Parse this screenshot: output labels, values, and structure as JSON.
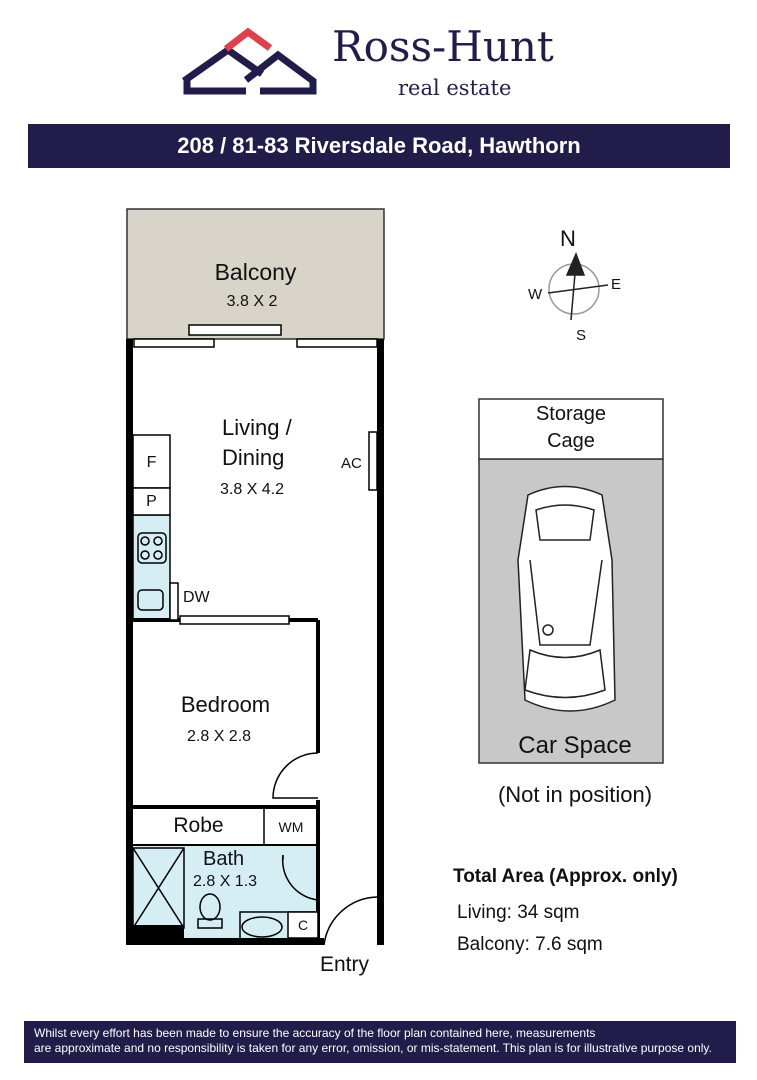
{
  "brand": {
    "name": "Ross-Hunt",
    "tagline": "real estate",
    "colors": {
      "navy": "#221c4a",
      "accent": "#e0404e"
    }
  },
  "title": "208 / 81-83 Riversdale Road, Hawthorn",
  "rooms": {
    "balcony": {
      "name": "Balcony",
      "size": "3.8 X 2"
    },
    "living": {
      "name_line1": "Living /",
      "name_line2": "Dining",
      "size": "3.8 X 4.2"
    },
    "bedroom": {
      "name": "Bedroom",
      "size": "2.8 X 2.8"
    },
    "bath": {
      "name": "Bath",
      "size": "2.8 X 1.3"
    },
    "robe": "Robe",
    "wm": "WM",
    "c": "C",
    "f": "F",
    "p": "P",
    "dw": "DW",
    "ac": "AC",
    "entry": "Entry"
  },
  "compass": {
    "n": "N",
    "e": "E",
    "s": "S",
    "w": "W"
  },
  "parking": {
    "storage_line1": "Storage",
    "storage_line2": "Cage",
    "car_space": "Car Space",
    "note": "(Not in position)"
  },
  "area": {
    "heading": "Total Area (Approx. only)",
    "living": "Living: 34 sqm",
    "balcony": "Balcony: 7.6 sqm"
  },
  "disclaimer": {
    "line1": "Whilst every effort has been made to ensure the accuracy of the floor plan contained here, measurements",
    "line2": "are approximate and no responsibility is taken for any error, omission, or mis-statement. This plan is for illustrative purpose only."
  }
}
